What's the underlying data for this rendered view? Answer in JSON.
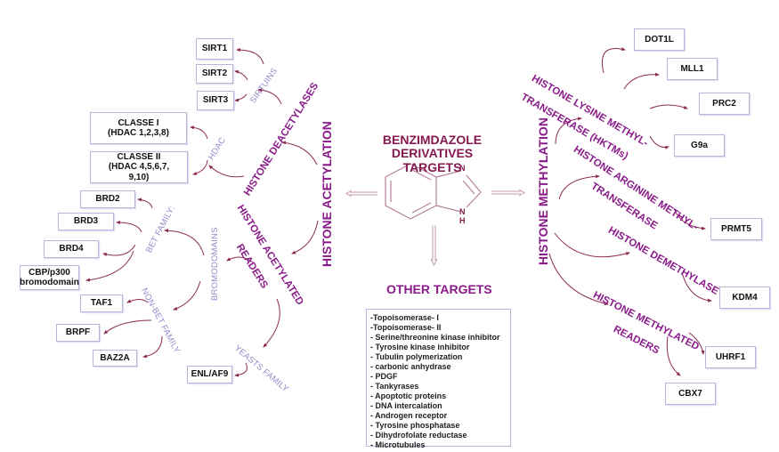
{
  "title": {
    "line1": "BENZIMDAZOLE DERIVATIVES",
    "line2": "TARGETS"
  },
  "center_molecule": {
    "icon": "benzimidazole-structure-icon",
    "atom_n1": "N",
    "atom_n3": "N",
    "atom_h": "H"
  },
  "colors": {
    "category_label": "#8a1a8a",
    "title": "#84194f",
    "sub_label": "#8d8cc9",
    "arrow": "#8c2a55",
    "box_border": "#b8b6dc"
  },
  "left": {
    "main_label": "HISTONE ACETYLATION",
    "deacetylases": {
      "label": "HISTONE DEACETYLASES",
      "sirtuins": {
        "label": "SIRTUINS",
        "items": [
          "SIRT1",
          "SIRT2",
          "SIRT3"
        ]
      },
      "hdac": {
        "label": "HDAC",
        "items": [
          "CLASSE I\n(HDAC 1,2,3,8)",
          "CLASSE II\n(HDAC 4,5,6,7,\n9,10)"
        ]
      }
    },
    "readers": {
      "label_line1": "HISTONE ACETYLATED",
      "label_line2": "READERS",
      "bromodomains": {
        "label": "BROMODOMAINS"
      },
      "bet_family": {
        "label": "BET FAMILY:",
        "items": [
          "BRD2",
          "BRD3",
          "BRD4",
          "CBP/p300\nbromodomain"
        ]
      },
      "non_bet_family": {
        "label": "NON-BET FAMILY",
        "items": [
          "TAF1",
          "BRPF",
          "BAZ2A"
        ]
      },
      "yeasts_family": {
        "label": "YEASTS FAMILY",
        "items": [
          "ENL/AF9"
        ]
      }
    }
  },
  "right": {
    "main_label": "HISTONE METHYLATION",
    "lysine": {
      "label_line1": "HISTONE LYSINE METHYL-",
      "label_line2": "TRANSFERASE (HKTMs)",
      "items": [
        "DOT1L",
        "MLL1",
        "PRC2",
        "G9a"
      ]
    },
    "arginine": {
      "label_line1": "HISTONE ARGININE METHYL-",
      "label_line2": "TRANSFERASE",
      "items": [
        "PRMT5"
      ]
    },
    "demethylase": {
      "label": "HISTONE DEMETHYLASE",
      "items": [
        "KDM4"
      ]
    },
    "readers": {
      "label_line1": "HISTONE METHYLATED",
      "label_line2": "READERS",
      "items": [
        "UHRF1",
        "CBX7"
      ]
    }
  },
  "other_targets": {
    "title": "OTHER TARGETS",
    "items": [
      "-Topoisomerase- I",
      "-Topoisomerase- II",
      "- Serine/threonine kinase inhibitor",
      "- Tyrosine kinase inhibitor",
      "- Tubulin polymerization",
      "- carbonic anhydrase",
      "- PDGF",
      "- Tankyrases",
      "- Apoptotic proteins",
      "- DNA intercalation",
      "- Androgen receptor",
      "- Tyrosine phosphatase",
      "- Dihydrofolate reductase",
      "- Microtubules"
    ]
  }
}
